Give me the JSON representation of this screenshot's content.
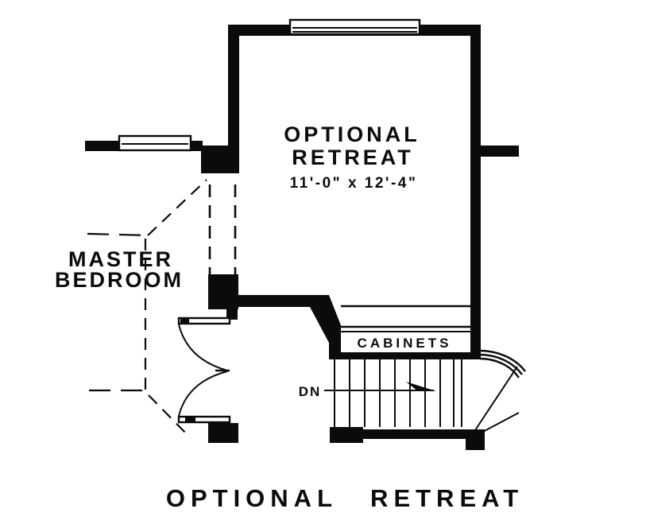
{
  "document": {
    "title": "OPTIONAL RETREAT"
  },
  "plan": {
    "room": {
      "name_line1": "OPTIONAL",
      "name_line2": "RETREAT",
      "dimensions": "11'-0\" x 12'-4\""
    },
    "adjacent_room": {
      "name_line1": "MASTER",
      "name_line2": "BEDROOM"
    },
    "cabinets_label": "CABINETS",
    "stairs": {
      "direction_label": "DN"
    }
  },
  "colors": {
    "ink": "#0b0b0b",
    "background": "#ffffff"
  }
}
